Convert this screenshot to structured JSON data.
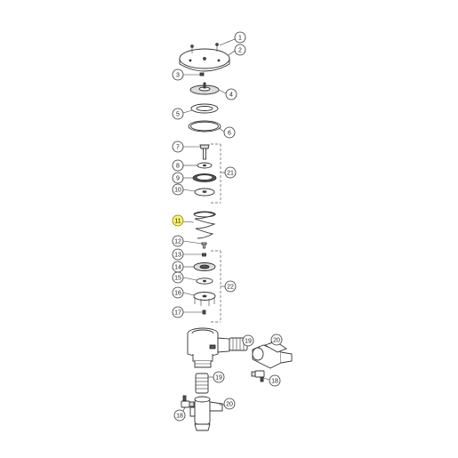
{
  "diagram": {
    "highlight_color": "#fff36b",
    "callouts": [
      {
        "id": "c1",
        "label": "1"
      },
      {
        "id": "c2",
        "label": "2"
      },
      {
        "id": "c3",
        "label": "3"
      },
      {
        "id": "c4",
        "label": "4"
      },
      {
        "id": "c5",
        "label": "5"
      },
      {
        "id": "c6",
        "label": "6"
      },
      {
        "id": "c7",
        "label": "7"
      },
      {
        "id": "c8",
        "label": "8"
      },
      {
        "id": "c9",
        "label": "9"
      },
      {
        "id": "c10",
        "label": "10"
      },
      {
        "id": "c11",
        "label": "11",
        "highlighted": true
      },
      {
        "id": "c12",
        "label": "12"
      },
      {
        "id": "c13",
        "label": "13"
      },
      {
        "id": "c14",
        "label": "14"
      },
      {
        "id": "c15",
        "label": "15"
      },
      {
        "id": "c16",
        "label": "16"
      },
      {
        "id": "c17",
        "label": "17"
      },
      {
        "id": "c18a",
        "label": "18"
      },
      {
        "id": "c18b",
        "label": "18"
      },
      {
        "id": "c19a",
        "label": "19"
      },
      {
        "id": "c19b",
        "label": "19"
      },
      {
        "id": "c20a",
        "label": "20"
      },
      {
        "id": "c20b",
        "label": "20"
      },
      {
        "id": "c21",
        "label": "21"
      },
      {
        "id": "c22",
        "label": "22"
      }
    ]
  }
}
